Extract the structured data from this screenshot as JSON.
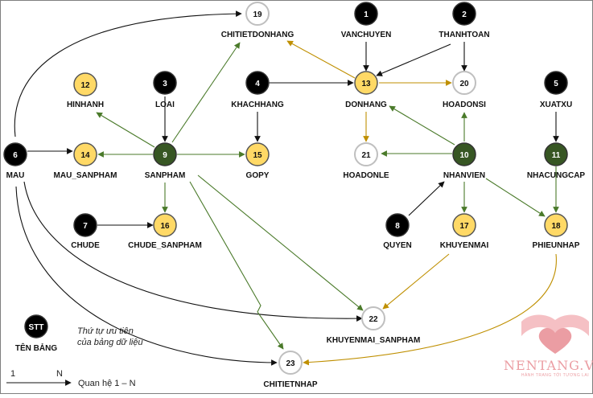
{
  "colors": {
    "black": "#000000",
    "green": "#375623",
    "yellow": "#ffd966",
    "white": "#ffffff",
    "edge_black": "#111111",
    "edge_green": "#4a7a2a",
    "edge_gold": "#bf8f00",
    "node_stroke_light": "#bfbfbf",
    "node_stroke_dark": "#333333"
  },
  "nodes": [
    {
      "id": 1,
      "label": "VANCHUYEN"
    },
    {
      "id": 2,
      "label": "THANHTOAN"
    },
    {
      "id": 3,
      "label": "LOAI"
    },
    {
      "id": 4,
      "label": "KHACHHANG"
    },
    {
      "id": 5,
      "label": "XUATXU"
    },
    {
      "id": 6,
      "label": "MAU"
    },
    {
      "id": 7,
      "label": "CHUDE"
    },
    {
      "id": 8,
      "label": "QUYEN"
    },
    {
      "id": 9,
      "label": "SANPHAM"
    },
    {
      "id": 10,
      "label": "NHANVIEN"
    },
    {
      "id": 11,
      "label": "NHACUNGCAP"
    },
    {
      "id": 12,
      "label": "HINHANH"
    },
    {
      "id": 13,
      "label": "DONHANG"
    },
    {
      "id": 14,
      "label": "MAU_SANPHAM"
    },
    {
      "id": 15,
      "label": "GOPY"
    },
    {
      "id": 16,
      "label": "CHUDE_SANPHAM"
    },
    {
      "id": 17,
      "label": "KHUYENMAI"
    },
    {
      "id": 18,
      "label": "PHIEUNHAP"
    },
    {
      "id": 19,
      "label": "CHITIETDONHANG"
    },
    {
      "id": 20,
      "label": "HOADONSI"
    },
    {
      "id": 21,
      "label": "HOADONLE"
    },
    {
      "id": 22,
      "label": "KHUYENMAI_SANPHAM"
    },
    {
      "id": 23,
      "label": "CHITIETNHAP"
    }
  ],
  "legend": {
    "node_text": "STT",
    "node_label": "TÊN BẢNG",
    "priority_note_line1": "Thứ tự ưu tiên",
    "priority_note_line2": "của bảng dữ liệu",
    "one": "1",
    "n": "N",
    "relation_label": "Quan hệ 1 – N"
  },
  "watermark": {
    "brand": "NENTANG.VN",
    "tagline": "HÀNH TRANG TỚI TƯƠNG LAI"
  }
}
